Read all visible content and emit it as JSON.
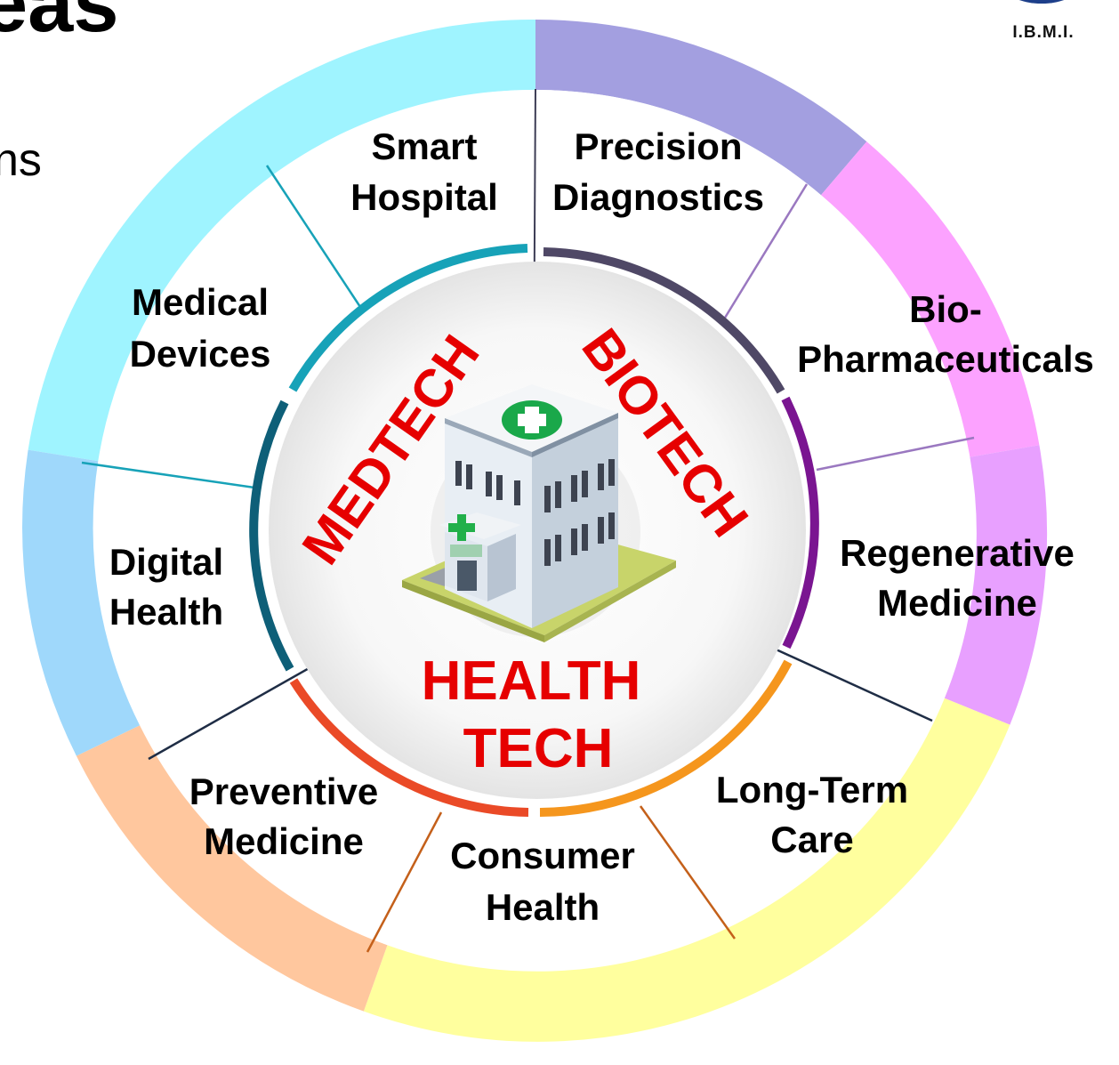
{
  "header": {
    "title_fragment": "eas",
    "subtitle_fragment": "ns",
    "logo_text": "I.B.M.I."
  },
  "center": {
    "icon": "hospital-building-icon",
    "sectors": [
      {
        "label": "MEDTECH",
        "color": "#e60000"
      },
      {
        "label": "BIOTECH",
        "color": "#e60000"
      },
      {
        "label": "HEALTH",
        "color": "#e60000"
      },
      {
        "label": "TECH",
        "color": "#e60000"
      }
    ]
  },
  "areas": [
    {
      "line1": "Smart",
      "line2": "Hospital"
    },
    {
      "line1": "Precision",
      "line2": "Diagnostics"
    },
    {
      "line1": "Bio-",
      "line2": "Pharmaceuticals"
    },
    {
      "line1": "Regenerative",
      "line2": "Medicine"
    },
    {
      "line1": "Long-Term",
      "line2": "Care"
    },
    {
      "line1": "Consumer",
      "line2": "Health"
    },
    {
      "line1": "Preventive",
      "line2": "Medicine"
    },
    {
      "line1": "Digital",
      "line2": "Health"
    },
    {
      "line1": "Medical",
      "line2": "Devices"
    }
  ],
  "colors": {
    "ring_cyan": "#9ff4ff",
    "ring_lavender": "#a39fe0",
    "ring_pink": "#fca2ff",
    "ring_violet": "#e8a0ff",
    "ring_yellow": "#ffff9e",
    "ring_peach": "#ffc79e",
    "ring_blue": "#9fd8fb",
    "arc_teal": "#17a2b8",
    "arc_darkteal": "#0e5f78",
    "arc_slate": "#4f4866",
    "arc_purple": "#7a1591",
    "arc_orange": "#f5961d",
    "arc_redorange": "#ea4a27",
    "label_red": "#e60000"
  }
}
